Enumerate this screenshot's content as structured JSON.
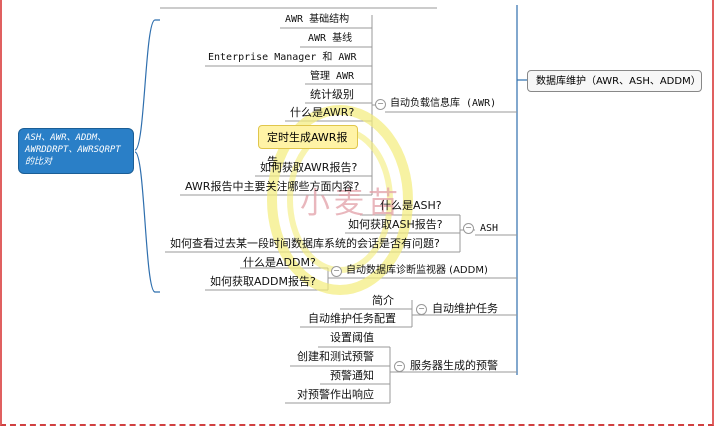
{
  "root": {
    "text": "ASH、AWR、ADDM、AWRDDRPT、AWRSQRPT的比对"
  },
  "main_node": {
    "text": "数据库维护（AWR、ASH、ADDM）"
  },
  "branches": {
    "awr": {
      "label": "自动负载信息库 (AWR)",
      "items": [
        "AWR 基础结构",
        "AWR 基线",
        "Enterprise Manager 和 AWR",
        "管理 AWR",
        "统计级别",
        "什么是AWR?",
        "定时生成AWR报告",
        "如何获取AWR报告?",
        "AWR报告中主要关注哪些方面内容?"
      ]
    },
    "ash": {
      "label": "ASH",
      "items": [
        "什么是ASH?",
        "如何获取ASH报告?",
        "如何查看过去某一段时间数据库系统的会话是否有问题?"
      ]
    },
    "addm": {
      "label": "自动数据库诊断监视器 (ADDM)",
      "items": [
        "什么是ADDM?",
        "如何获取ADDM报告?"
      ]
    },
    "tasks": {
      "label": "自动维护任务",
      "items": [
        "简介",
        "自动维护任务配置"
      ]
    },
    "alerts": {
      "label": "服务器生成的预警",
      "items": [
        "设置阈值",
        "创建和测试预警",
        "预警通知",
        "对预警作出响应"
      ]
    }
  },
  "watermark": "小麦苗",
  "colors": {
    "root_bg": "#2a7fc7",
    "line": "#2f6fae",
    "callout_bg": "#fff3a6"
  }
}
